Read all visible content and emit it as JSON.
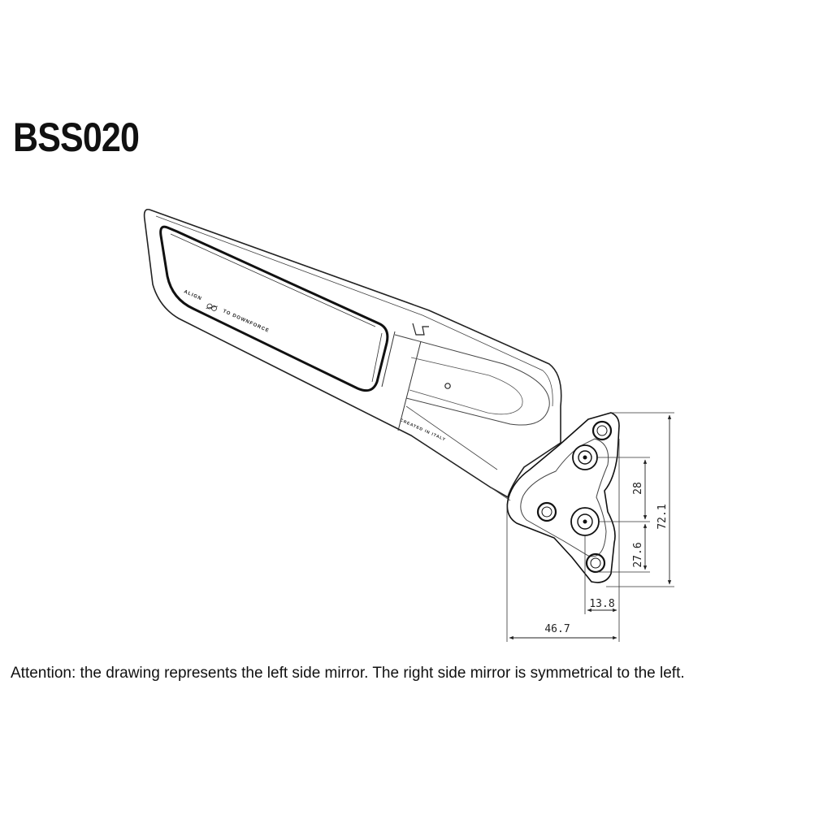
{
  "title": "BSS020",
  "note": "Attention: the drawing represents the left side mirror. The right side mirror is symmetrical to the left.",
  "mirror_label": {
    "align": "ALIGN",
    "to_downforce": "TO DOWNFORCE",
    "created_in": "CREATED IN ITALY"
  },
  "dimensions": {
    "hole_spacing": "28",
    "lower_offset": "27.6",
    "total_height": "72.1",
    "hole_offset_x": "13.8",
    "total_width": "46.7"
  }
}
